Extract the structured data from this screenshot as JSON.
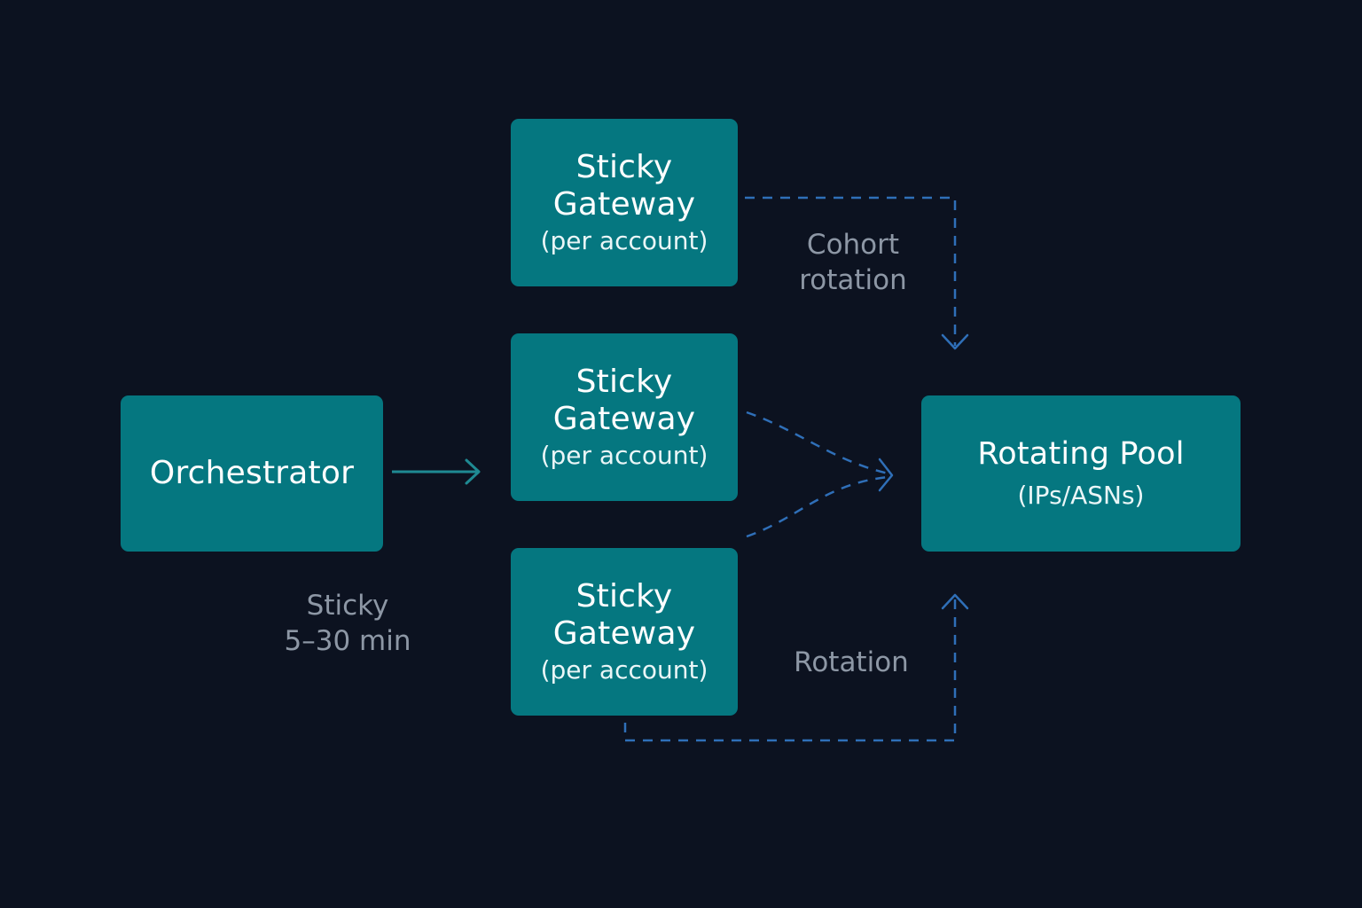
{
  "colors": {
    "background": "#0c1220",
    "node_fill": "#057780",
    "node_text": "#ffffff",
    "label_text": "#8d97a5",
    "solid_arrow": "#1f8a93",
    "dashed_arrow": "#2f6fb8"
  },
  "nodes": {
    "orchestrator": {
      "title": "Orchestrator"
    },
    "gateway_top": {
      "title_line1": "Sticky",
      "title_line2": "Gateway",
      "subtitle": "(per account)"
    },
    "gateway_middle": {
      "title_line1": "Sticky",
      "title_line2": "Gateway",
      "subtitle": "(per account)"
    },
    "gateway_bottom": {
      "title_line1": "Sticky",
      "title_line2": "Gateway",
      "subtitle": "(per account)"
    },
    "rotating_pool": {
      "title": "Rotating Pool",
      "subtitle": "(IPs/ASNs)"
    }
  },
  "labels": {
    "sticky_line1": "Sticky",
    "sticky_line2": "5–30 min",
    "cohort_line1": "Cohort",
    "cohort_line2": "rotation",
    "rotation": "Rotation"
  },
  "edges": [
    {
      "from": "orchestrator",
      "to": "gateway_middle",
      "style": "solid"
    },
    {
      "from": "gateway_top",
      "to": "rotating_pool",
      "style": "dashed"
    },
    {
      "from": "gateway_middle",
      "to": "rotating_pool",
      "style": "dashed"
    },
    {
      "from": "gateway_bottom",
      "to": "rotating_pool",
      "style": "dashed"
    }
  ]
}
